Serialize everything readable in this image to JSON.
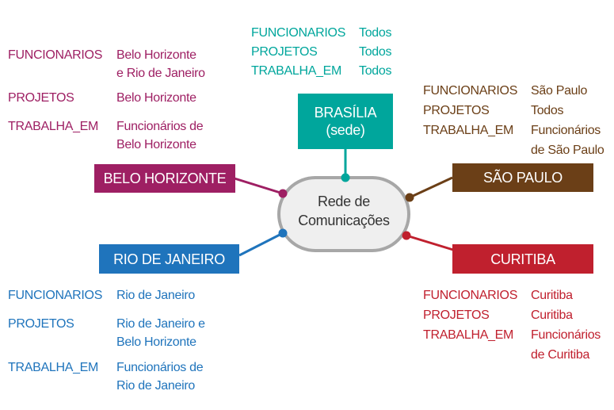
{
  "hub": {
    "label": "Rede de\nComunicações",
    "line1": "Rede de",
    "line2": "Comunicações"
  },
  "nodes": {
    "brasilia": {
      "label_line1": "BRASÍLIA",
      "label_line2": "(sede)",
      "color": "#00a69c",
      "rows": [
        {
          "table": "FUNCIONARIOS",
          "value": "Todos"
        },
        {
          "table": "PROJETOS",
          "value": "Todos"
        },
        {
          "table": "TRABALHA_EM",
          "value": "Todos"
        }
      ]
    },
    "belo_horizonte": {
      "label": "BELO HORIZONTE",
      "color": "#9e1f63",
      "rows": [
        {
          "table": "FUNCIONARIOS",
          "value": "Belo Horizonte\ne Rio de Janeiro"
        },
        {
          "table": "PROJETOS",
          "value": "Belo Horizonte"
        },
        {
          "table": "TRABALHA_EM",
          "value": "Funcionários de\nBelo Horizonte"
        }
      ]
    },
    "sao_paulo": {
      "label": "SÃO PAULO",
      "color": "#6b3f17",
      "rows": [
        {
          "table": "FUNCIONARIOS",
          "value": "São Paulo"
        },
        {
          "table": "PROJETOS",
          "value": "Todos"
        },
        {
          "table": "TRABALHA_EM",
          "value": "Funcionários\nde São Paulo"
        }
      ]
    },
    "rio_de_janeiro": {
      "label": "RIO DE JANEIRO",
      "color": "#1f74bc",
      "rows": [
        {
          "table": "FUNCIONARIOS",
          "value": "Rio de Janeiro"
        },
        {
          "table": "PROJETOS",
          "value": "Rio de Janeiro e\nBelo Horizonte"
        },
        {
          "table": "TRABALHA_EM",
          "value": "Funcionários de\nRio de Janeiro"
        }
      ]
    },
    "curitiba": {
      "label": "CURITIBA",
      "color": "#c0202e",
      "rows": [
        {
          "table": "FUNCIONARIOS",
          "value": "Curitiba"
        },
        {
          "table": "PROJETOS",
          "value": "Curitiba"
        },
        {
          "table": "TRABALHA_EM",
          "value": "Funcionários\nde Curitiba"
        }
      ]
    }
  }
}
